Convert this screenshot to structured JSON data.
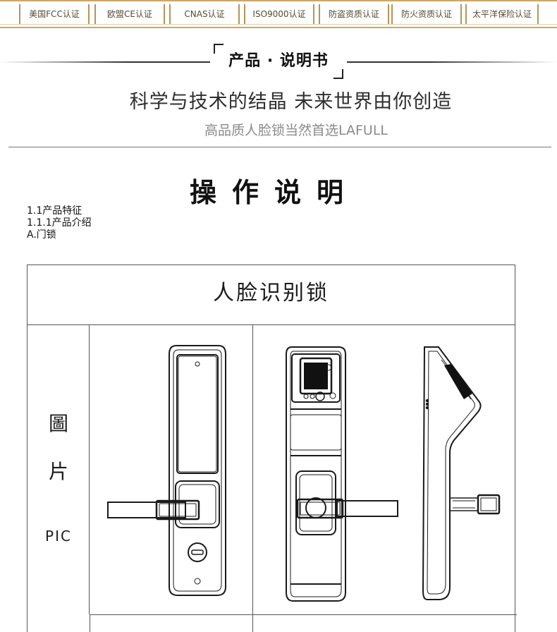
{
  "certifications": [
    "美国FCC认证",
    "欧盟CE认证",
    "CNAS认证",
    "ISO9000认证",
    "防盗资质认证",
    "防火资质认证",
    "太平洋保险认证"
  ],
  "header": {
    "title": "产品 · 说明书",
    "slogan": "科学与技术的结晶  未来世界由你创造",
    "subslogan": "高品质人脸锁当然首选LAFULL"
  },
  "section": {
    "heading": "操作说明",
    "toc": [
      "1.1产品特征",
      "1.1.1产品介绍",
      "A.门锁"
    ]
  },
  "product_table": {
    "title": "人脸识别锁",
    "label_line1": "圖",
    "label_line2": "片",
    "label_line3": "PIC"
  }
}
